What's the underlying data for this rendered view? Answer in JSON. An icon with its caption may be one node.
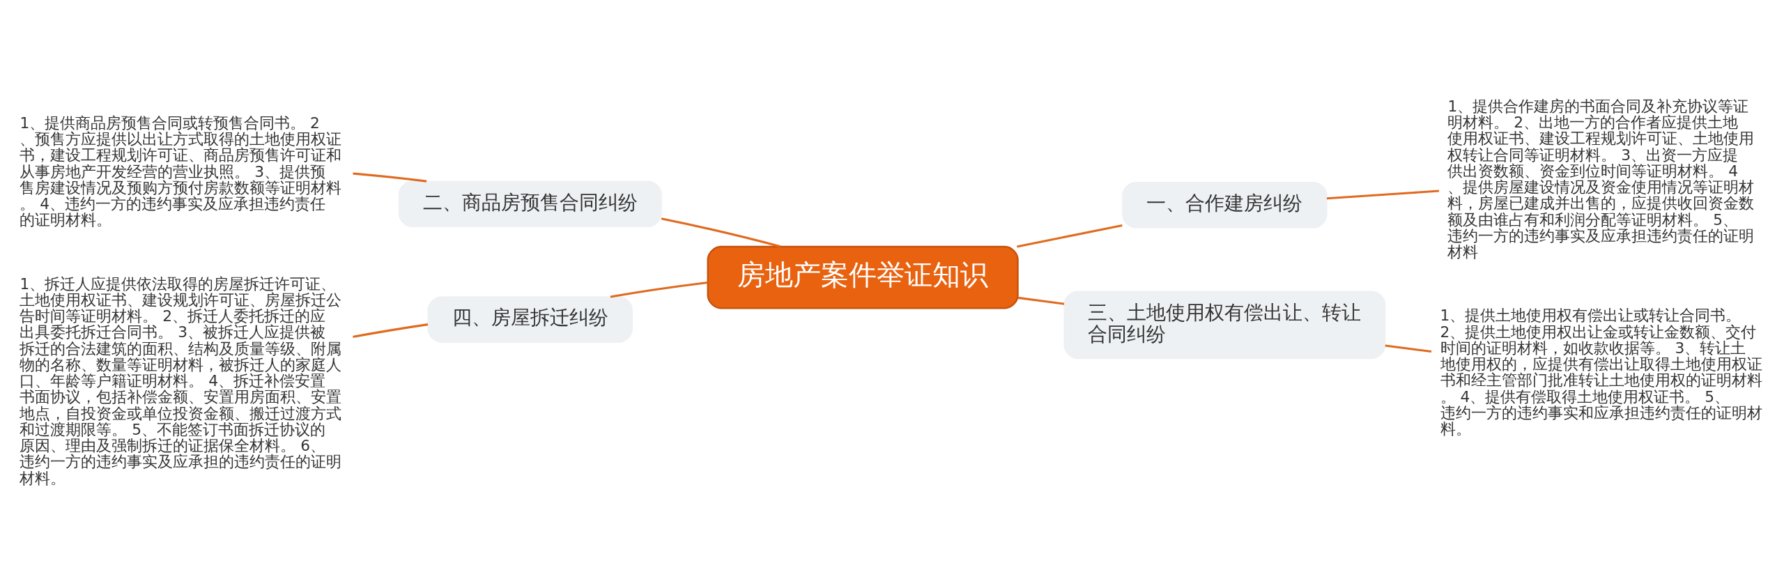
{
  "diagram": {
    "nodes": [
      {
        "text": [
          "房地产案件举证知识"
        ]
      },
      {
        "text": [
          "一、合作建房纠纷"
        ]
      },
      {
        "text": [
          "1、提供合作建房的书面合同及补充协议等证明材料。 2、出地一方的合作者应提供土地使用权证书、建设工程规划许可证、土地使用权转让合同等证明材料。 3、出资一方应提供出资数额、资金到位时间等证明材料。 4、提供房屋建设情况及资金使用情况等证明材料，房屋已建成并出售的，应提供收回资金数额及由谁占有和利润分配等证明材料。 5、违约一方的违约事实及应承担违约责任的证明材料"
        ]
      },
      {
        "text": [
          "二、商品房预售合同纠纷"
        ]
      },
      {
        "text": [
          "1、提供商品房预售合同或转预售合同书。 2、预售方应提供以出让方式取得的土地使用权证书，建设工程规划许可证、商品房预售许可证和从事房地产开发经营的营业执照。 3、提供预售房建设情况及预购方预付房款数额等证明材料。 4、违约一方的违约事实及应承担违约责任的证明材料。"
        ]
      },
      {
        "text": [
          "三、土地使用权有偿出让、转让合同纠纷"
        ]
      },
      {
        "text": [
          "1、提供土地使用权有偿出让或转让合同书。 2、提供土地使用权出让金或转让金数额、交付时间的证明材料，如收款收据等。 3、转让土地使用权的，应提供有偿出让取得土地使用权证书和经主管部门批准转让土地使用权的证明材料。 4、提供有偿取得土地使用权证书。 5、违约一方的违约事实和应承担违约责任的证明材料。"
        ]
      },
      {
        "text": [
          "四、房屋拆迁纠纷"
        ]
      },
      {
        "text": [
          "1、拆迁人应提供依法取得的房屋拆迁许可证、土地使用权证书、建设规划许可证、房屋拆迁公告时间等证明材料。 2、拆迁人委托拆迁的应出具委托拆迁合同书。 3、被拆迁人应提供被拆迁的合法建筑的面积、结构及质量等级、附属物的名称、数量等证明材料，被拆迁人的家庭人口、年龄等户籍证明材料。 4、拆迁补偿安置书面协议，包括补偿金额、安置用房面积、安置地点，自投资金或单位投资金额、搬迁过渡方式和过渡期限等。 5、不能签订书面拆迁协议的原因、理由及强制拆迁的证据保全材料。 6、违约一方的违约事实及应承担的违约责任的证明材料。"
        ]
      }
    ],
    "edges": [
      {
        "from": 0,
        "to": 1,
        "arrow": "none"
      },
      {
        "from": 1,
        "to": 2,
        "arrow": "none"
      },
      {
        "from": 0,
        "to": 3,
        "arrow": "none"
      },
      {
        "from": 3,
        "to": 4,
        "arrow": "none"
      },
      {
        "from": 0,
        "to": 5,
        "arrow": "none"
      },
      {
        "from": 5,
        "to": 6,
        "arrow": "none"
      },
      {
        "from": 0,
        "to": 7,
        "arrow": "none"
      },
      {
        "from": 7,
        "to": 8,
        "arrow": "none"
      }
    ]
  }
}
